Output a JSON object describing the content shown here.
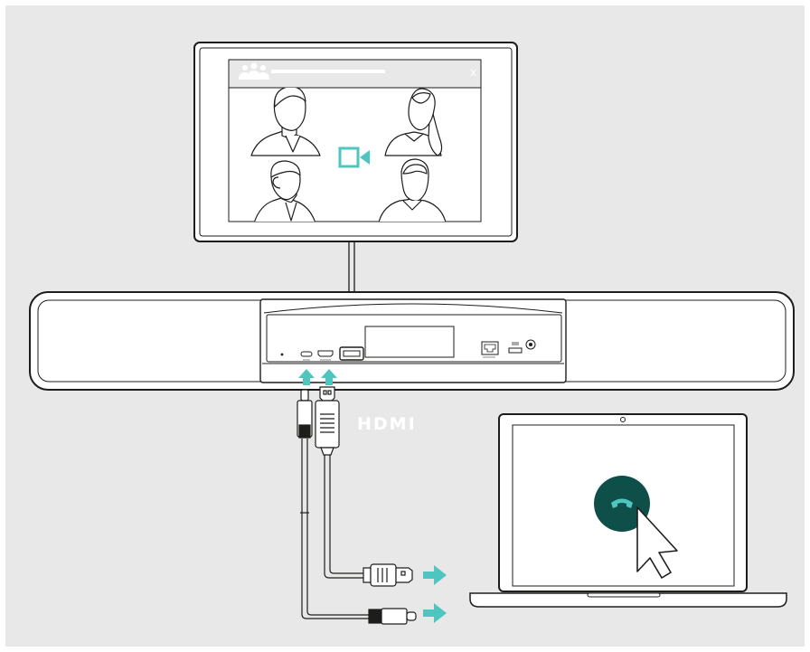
{
  "display": {
    "window_close_label": "x",
    "call_participant_count": 4
  },
  "soundbar": {
    "ports": [
      "usb-c",
      "hdmi-in",
      "hdmi-out",
      "lan",
      "usb-a",
      "kensington"
    ]
  },
  "hdmi_logo_text": "HDMI",
  "colors": {
    "background": "#e8e8e8",
    "accent_teal": "#4fc5c0",
    "call_button": "#0e4f4a",
    "line": "#1d1d1b"
  },
  "icons": [
    "group-icon",
    "video-camera-icon",
    "arrow-up-icon",
    "arrow-right-icon",
    "hang-up-phone-icon",
    "mouse-cursor-icon"
  ]
}
